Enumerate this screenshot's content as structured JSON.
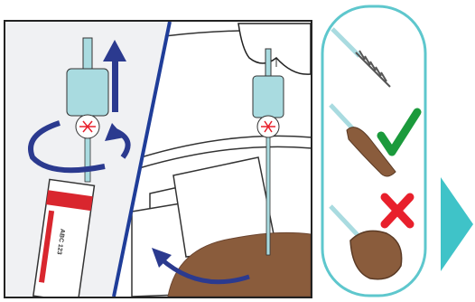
{
  "illustration": {
    "tube": {
      "label_text": "ABC 123",
      "band_color": "#d9262e",
      "cap_color": "#9fd8dd"
    },
    "colors": {
      "arrow": "#2b3a8f",
      "divider": "#1f3d99",
      "soil": "#8a5c3c",
      "tool": "#a9dbe0"
    }
  },
  "guide": {
    "border_color": "#5ec7cd",
    "rows": [
      {
        "icon": "bristle-brush-icon",
        "status": "neutral"
      },
      {
        "icon": "check-mark-icon",
        "status": "correct",
        "color": "#1b9a3c"
      },
      {
        "icon": "cross-mark-icon",
        "status": "incorrect",
        "color": "#e8202c"
      }
    ]
  },
  "navigation": {
    "next_color": "#3fc3c8",
    "next_icon": "chevron-right-icon"
  }
}
